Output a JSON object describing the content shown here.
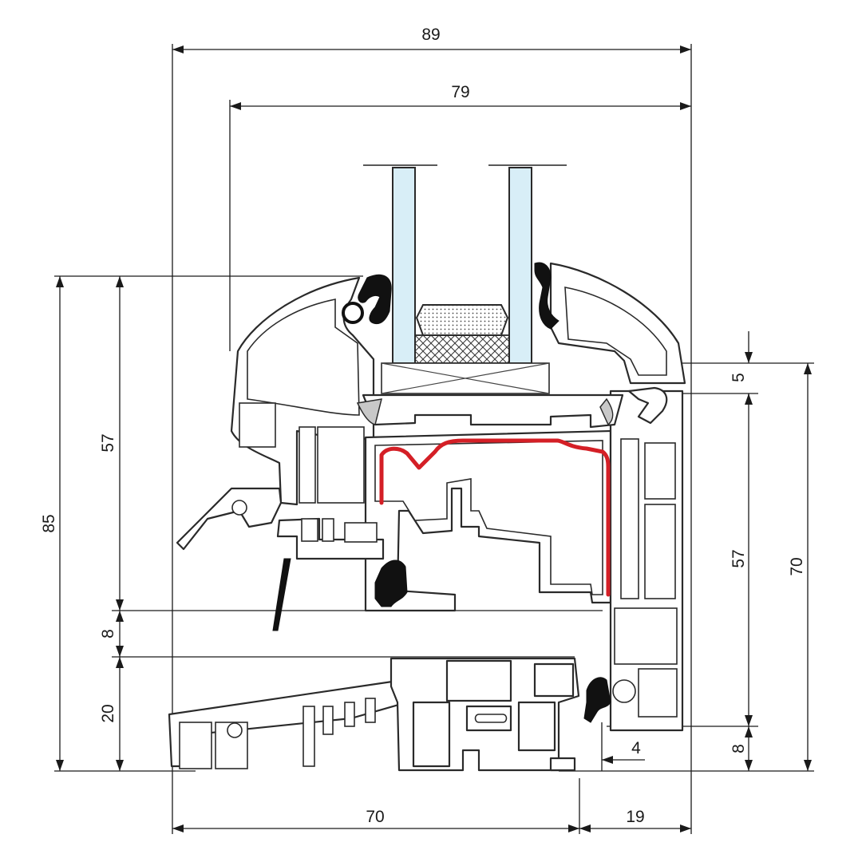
{
  "dimensions": {
    "overall_width": "89",
    "sash_width": "79",
    "left_height_total": "85",
    "left_height_sash": "57",
    "left_gap": "8",
    "left_sill": "20",
    "right_height_total": "70",
    "right_height_sash": "57",
    "right_top": "5",
    "right_bottom": "8",
    "right_offset": "4",
    "bottom_frame_width": "70",
    "bottom_overhang": "19"
  },
  "colors": {
    "reinforcement": "#d41f26",
    "glass": "#d8eef7",
    "outline": "#2a2a2a",
    "seal": "#111111"
  }
}
